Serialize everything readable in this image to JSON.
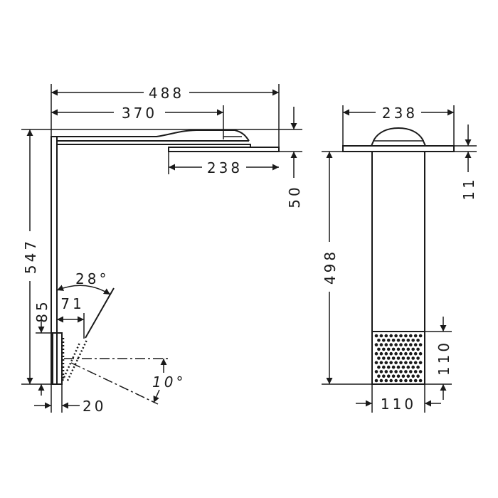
{
  "side_view": {
    "width_total": "488",
    "arm_to_head_center": "370",
    "head_width": "238",
    "head_drop": "50",
    "height_total": "547",
    "hand_shower_height": "85",
    "hand_shower_offset": "71",
    "hand_shower_depth": "20",
    "tilt_angle": "28°",
    "spray_angle": "10°"
  },
  "front_view": {
    "head_width": "238",
    "head_thickness": "11",
    "column_height": "498",
    "grid_height": "110",
    "column_width": "110"
  }
}
